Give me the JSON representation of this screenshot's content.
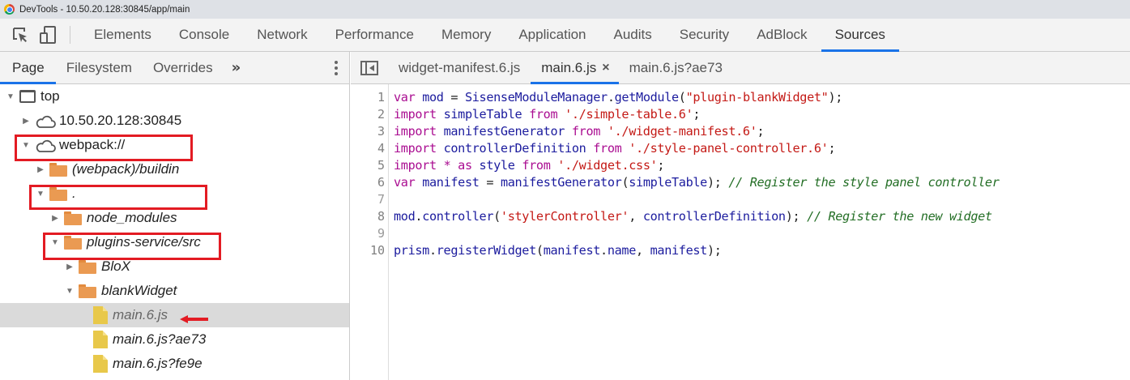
{
  "window": {
    "title": "DevTools - 10.50.20.128:30845/app/main"
  },
  "toolbar": {
    "icons": [
      "inspect-element-icon",
      "device-toolbar-icon"
    ],
    "tabs": [
      {
        "label": "Elements",
        "active": false
      },
      {
        "label": "Console",
        "active": false
      },
      {
        "label": "Network",
        "active": false
      },
      {
        "label": "Performance",
        "active": false
      },
      {
        "label": "Memory",
        "active": false
      },
      {
        "label": "Application",
        "active": false
      },
      {
        "label": "Audits",
        "active": false
      },
      {
        "label": "Security",
        "active": false
      },
      {
        "label": "AdBlock",
        "active": false
      },
      {
        "label": "Sources",
        "active": true
      }
    ]
  },
  "navigator": {
    "tabs": [
      {
        "label": "Page",
        "active": true
      },
      {
        "label": "Filesystem",
        "active": false
      },
      {
        "label": "Overrides",
        "active": false
      }
    ],
    "more_label": "»",
    "tree": [
      {
        "label": "top",
        "icon": "frame-icon",
        "expanded": true,
        "depth": 0
      },
      {
        "label": "10.50.20.128:30845",
        "icon": "cloud-icon",
        "expanded": false,
        "depth": 1
      },
      {
        "label": "webpack://",
        "icon": "cloud-icon",
        "expanded": true,
        "depth": 1,
        "highlighted": true
      },
      {
        "label": "(webpack)/buildin",
        "icon": "folder-icon",
        "expanded": false,
        "depth": 2
      },
      {
        "label": ".",
        "icon": "folder-icon",
        "expanded": true,
        "depth": 2,
        "highlighted": true
      },
      {
        "label": "node_modules",
        "icon": "folder-icon",
        "expanded": false,
        "depth": 3
      },
      {
        "label": "plugins-service/src",
        "icon": "folder-icon",
        "expanded": true,
        "depth": 3,
        "highlighted": true
      },
      {
        "label": "BloX",
        "icon": "folder-icon",
        "expanded": false,
        "depth": 4
      },
      {
        "label": "blankWidget",
        "icon": "folder-icon",
        "expanded": true,
        "depth": 4
      },
      {
        "label": "main.6.js",
        "icon": "file-icon",
        "depth": 5,
        "selected": true,
        "arrow_pointer": true
      },
      {
        "label": "main.6.js?ae73",
        "icon": "file-icon",
        "depth": 5
      },
      {
        "label": "main.6.js?fe9e",
        "icon": "file-icon",
        "depth": 5
      }
    ]
  },
  "editor": {
    "tabs": [
      {
        "label": "widget-manifest.6.js",
        "active": false,
        "closable": false
      },
      {
        "label": "main.6.js",
        "active": true,
        "closable": true
      },
      {
        "label": "main.6.js?ae73",
        "active": false,
        "closable": false
      }
    ],
    "close_glyph": "×",
    "line_numbers": [
      "1",
      "2",
      "3",
      "4",
      "5",
      "6",
      "7",
      "8",
      "9",
      "10"
    ],
    "lines": [
      [
        {
          "t": "kw",
          "v": "var"
        },
        {
          "t": "tx",
          "v": " "
        },
        {
          "t": "id",
          "v": "mod"
        },
        {
          "t": "tx",
          "v": " = "
        },
        {
          "t": "id",
          "v": "SisenseModuleManager"
        },
        {
          "t": "tx",
          "v": "."
        },
        {
          "t": "id",
          "v": "getModule"
        },
        {
          "t": "tx",
          "v": "("
        },
        {
          "t": "str",
          "v": "\"plugin-blankWidget\""
        },
        {
          "t": "tx",
          "v": ");"
        }
      ],
      [
        {
          "t": "kw",
          "v": "import"
        },
        {
          "t": "tx",
          "v": " "
        },
        {
          "t": "id",
          "v": "simpleTable"
        },
        {
          "t": "tx",
          "v": " "
        },
        {
          "t": "kw",
          "v": "from"
        },
        {
          "t": "tx",
          "v": " "
        },
        {
          "t": "str",
          "v": "'./simple-table.6'"
        },
        {
          "t": "tx",
          "v": ";"
        }
      ],
      [
        {
          "t": "kw",
          "v": "import"
        },
        {
          "t": "tx",
          "v": " "
        },
        {
          "t": "id",
          "v": "manifestGenerator"
        },
        {
          "t": "tx",
          "v": " "
        },
        {
          "t": "kw",
          "v": "from"
        },
        {
          "t": "tx",
          "v": " "
        },
        {
          "t": "str",
          "v": "'./widget-manifest.6'"
        },
        {
          "t": "tx",
          "v": ";"
        }
      ],
      [
        {
          "t": "kw",
          "v": "import"
        },
        {
          "t": "tx",
          "v": " "
        },
        {
          "t": "id",
          "v": "controllerDefinition"
        },
        {
          "t": "tx",
          "v": " "
        },
        {
          "t": "kw",
          "v": "from"
        },
        {
          "t": "tx",
          "v": " "
        },
        {
          "t": "str",
          "v": "'./style-panel-controller.6'"
        },
        {
          "t": "tx",
          "v": ";"
        }
      ],
      [
        {
          "t": "kw",
          "v": "import"
        },
        {
          "t": "tx",
          "v": " "
        },
        {
          "t": "kw",
          "v": "*"
        },
        {
          "t": "tx",
          "v": " "
        },
        {
          "t": "kw",
          "v": "as"
        },
        {
          "t": "tx",
          "v": " "
        },
        {
          "t": "id",
          "v": "style"
        },
        {
          "t": "tx",
          "v": " "
        },
        {
          "t": "kw",
          "v": "from"
        },
        {
          "t": "tx",
          "v": " "
        },
        {
          "t": "str",
          "v": "'./widget.css'"
        },
        {
          "t": "tx",
          "v": ";"
        }
      ],
      [
        {
          "t": "kw",
          "v": "var"
        },
        {
          "t": "tx",
          "v": " "
        },
        {
          "t": "id",
          "v": "manifest"
        },
        {
          "t": "tx",
          "v": " = "
        },
        {
          "t": "id",
          "v": "manifestGenerator"
        },
        {
          "t": "tx",
          "v": "("
        },
        {
          "t": "id",
          "v": "simpleTable"
        },
        {
          "t": "tx",
          "v": "); "
        },
        {
          "t": "cm",
          "v": "// Register the style panel controller"
        }
      ],
      [],
      [
        {
          "t": "id",
          "v": "mod"
        },
        {
          "t": "tx",
          "v": "."
        },
        {
          "t": "id",
          "v": "controller"
        },
        {
          "t": "tx",
          "v": "("
        },
        {
          "t": "str",
          "v": "'stylerController'"
        },
        {
          "t": "tx",
          "v": ", "
        },
        {
          "t": "id",
          "v": "controllerDefinition"
        },
        {
          "t": "tx",
          "v": "); "
        },
        {
          "t": "cm",
          "v": "// Register the new widget"
        }
      ],
      [],
      [
        {
          "t": "id",
          "v": "prism"
        },
        {
          "t": "tx",
          "v": "."
        },
        {
          "t": "id",
          "v": "registerWidget"
        },
        {
          "t": "tx",
          "v": "("
        },
        {
          "t": "id",
          "v": "manifest"
        },
        {
          "t": "tx",
          "v": "."
        },
        {
          "t": "id",
          "v": "name"
        },
        {
          "t": "tx",
          "v": ", "
        },
        {
          "t": "id",
          "v": "manifest"
        },
        {
          "t": "tx",
          "v": ");"
        }
      ]
    ]
  },
  "colors": {
    "accent": "#1a73e8",
    "annotation_red": "#e31b23",
    "keyword": "#aa0d91",
    "identifier": "#1c1c9e",
    "string": "#c41a16",
    "comment": "#236e25",
    "folder": "#ea9a52",
    "file": "#e8c84a"
  }
}
